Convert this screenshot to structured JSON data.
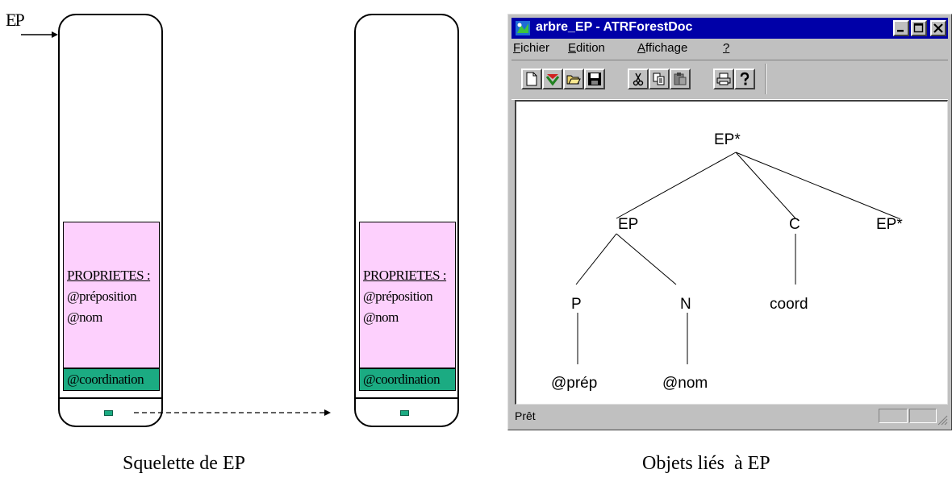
{
  "entry_label": "EP",
  "skeleton": {
    "properties_header": "PROPRIETES :",
    "properties": [
      "@préposition",
      "@nom"
    ],
    "coordination": "@coordination",
    "caption": "Squelette de EP"
  },
  "objects": {
    "properties_header": "PROPRIETES :",
    "properties": [
      "@préposition",
      "@nom"
    ],
    "coordination": "@coordination",
    "caption": "Objets liés  à EP"
  },
  "window": {
    "title": "arbre_EP - ATRForestDoc",
    "menu": {
      "fichier": {
        "hot": "F",
        "rest": "ichier"
      },
      "edition": {
        "hot": "E",
        "rest": "dition"
      },
      "affichage": {
        "hot": "A",
        "rest": "ffichage"
      },
      "help": {
        "hot": "?",
        "rest": ""
      }
    },
    "toolbar_icons": [
      "new-doc-icon",
      "tree-icon",
      "open-folder-icon",
      "save-icon",
      "cut-icon",
      "copy-icon",
      "paste-icon",
      "print-icon",
      "help-icon"
    ],
    "status": "Prêt"
  },
  "tree": {
    "root": "EP*",
    "ep": "EP",
    "c": "C",
    "ep_star_right": "EP*",
    "p": "P",
    "n": "N",
    "coord": "coord",
    "prep": "@prép",
    "nom": "@nom"
  },
  "colors": {
    "properties_fill": "#fdd0fd",
    "coordination_fill": "#1bab82",
    "titlebar": "#0000a8",
    "chrome": "#c0c0c0"
  }
}
